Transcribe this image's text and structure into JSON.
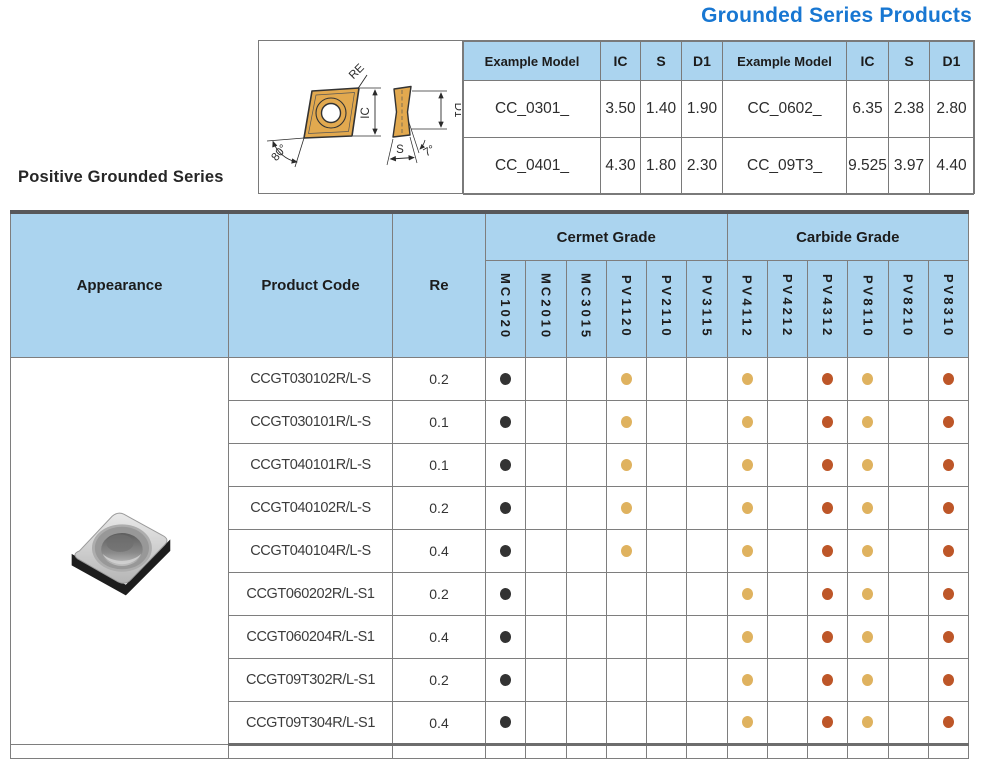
{
  "title": "Grounded Series Products",
  "section_label": "Positive Grounded Series",
  "colors": {
    "title_blue": "#1877d2",
    "header_blue": "#abd4ef",
    "insert_gold": "#e2a94f",
    "dot_black": "#333333",
    "dot_gold": "#dfb25f",
    "dot_orange": "#bd5628"
  },
  "diagram": {
    "labels": {
      "re": "RE",
      "ic": "IC",
      "s": "S",
      "d1": "D1",
      "angle_main": "80°",
      "angle_side": "7°"
    }
  },
  "spec_table": {
    "headers": [
      "Example Model",
      "IC",
      "S",
      "D1",
      "Example Model",
      "IC",
      "S",
      "D1"
    ],
    "rows": [
      [
        "CC_0301_",
        "3.50",
        "1.40",
        "1.90",
        "CC_0602_",
        "6.35",
        "2.38",
        "2.80"
      ],
      [
        "CC_0401_",
        "4.30",
        "1.80",
        "2.30",
        "CC_09T3_",
        "9.525",
        "3.97",
        "4.40"
      ]
    ]
  },
  "product_table": {
    "col_headers": {
      "appearance": "Appearance",
      "product_code": "Product Code",
      "re": "Re"
    },
    "grade_groups": [
      {
        "label": "Cermet Grade",
        "grades": [
          "MC1020",
          "MC2010",
          "MC3015",
          "PV1120",
          "PV2110",
          "PV3115"
        ]
      },
      {
        "label": "Carbide Grade",
        "grades": [
          "PV4112",
          "PV4212",
          "PV4312",
          "PV8110",
          "PV8210",
          "PV8310"
        ]
      }
    ],
    "rows": [
      {
        "code": "CCGT030102R/L-S",
        "re": "0.2",
        "dots": [
          "black",
          "",
          "",
          "gold",
          "",
          "",
          "gold",
          "",
          "orange",
          "gold",
          "",
          "orange"
        ]
      },
      {
        "code": "CCGT030101R/L-S",
        "re": "0.1",
        "dots": [
          "black",
          "",
          "",
          "gold",
          "",
          "",
          "gold",
          "",
          "orange",
          "gold",
          "",
          "orange"
        ]
      },
      {
        "code": "CCGT040101R/L-S",
        "re": "0.1",
        "dots": [
          "black",
          "",
          "",
          "gold",
          "",
          "",
          "gold",
          "",
          "orange",
          "gold",
          "",
          "orange"
        ]
      },
      {
        "code": "CCGT040102R/L-S",
        "re": "0.2",
        "dots": [
          "black",
          "",
          "",
          "gold",
          "",
          "",
          "gold",
          "",
          "orange",
          "gold",
          "",
          "orange"
        ]
      },
      {
        "code": "CCGT040104R/L-S",
        "re": "0.4",
        "dots": [
          "black",
          "",
          "",
          "gold",
          "",
          "",
          "gold",
          "",
          "orange",
          "gold",
          "",
          "orange"
        ]
      },
      {
        "code": "CCGT060202R/L-S1",
        "re": "0.2",
        "dots": [
          "black",
          "",
          "",
          "",
          "",
          "",
          "gold",
          "",
          "orange",
          "gold",
          "",
          "orange"
        ]
      },
      {
        "code": "CCGT060204R/L-S1",
        "re": "0.4",
        "dots": [
          "black",
          "",
          "",
          "",
          "",
          "",
          "gold",
          "",
          "orange",
          "gold",
          "",
          "orange"
        ]
      },
      {
        "code": "CCGT09T302R/L-S1",
        "re": "0.2",
        "dots": [
          "black",
          "",
          "",
          "",
          "",
          "",
          "gold",
          "",
          "orange",
          "gold",
          "",
          "orange"
        ]
      },
      {
        "code": "CCGT09T304R/L-S1",
        "re": "0.4",
        "dots": [
          "black",
          "",
          "",
          "",
          "",
          "",
          "gold",
          "",
          "orange",
          "gold",
          "",
          "orange"
        ]
      }
    ]
  }
}
